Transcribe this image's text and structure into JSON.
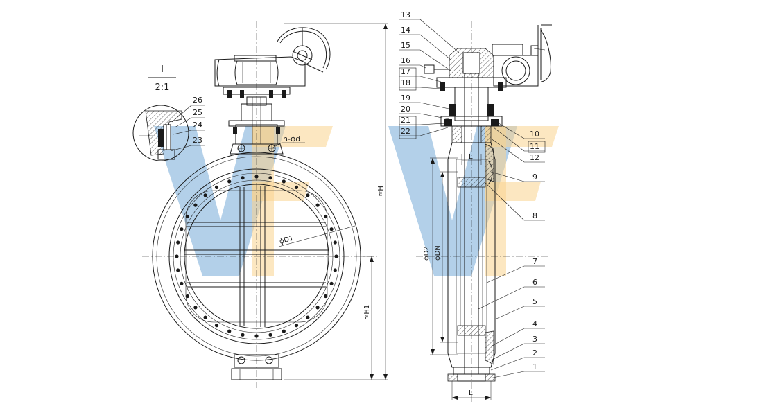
{
  "watermark": {
    "text": "VFV",
    "blue": "#1f6fb8",
    "orange": "#f5a31a"
  },
  "front_view": {
    "detail_label_top": "I",
    "detail_scale": "2:1",
    "dimensions": {
      "bolts": "n-ϕd",
      "flange_diameter": "ϕD1",
      "height_total": "≈H",
      "height_lower": "≈H1"
    }
  },
  "section_view": {
    "dimensions": {
      "d2": "ϕD2",
      "dn": "ϕDN",
      "length": "L"
    }
  },
  "part_numbers_left": [
    "13",
    "14",
    "15",
    "16",
    "17",
    "18",
    "19",
    "20",
    "21",
    "22"
  ],
  "part_numbers_right": [
    "10",
    "11",
    "12",
    "9",
    "8",
    "7",
    "6",
    "5",
    "4",
    "3",
    "2",
    "1"
  ],
  "detail_part_numbers": [
    "26",
    "25",
    "24",
    "23"
  ]
}
